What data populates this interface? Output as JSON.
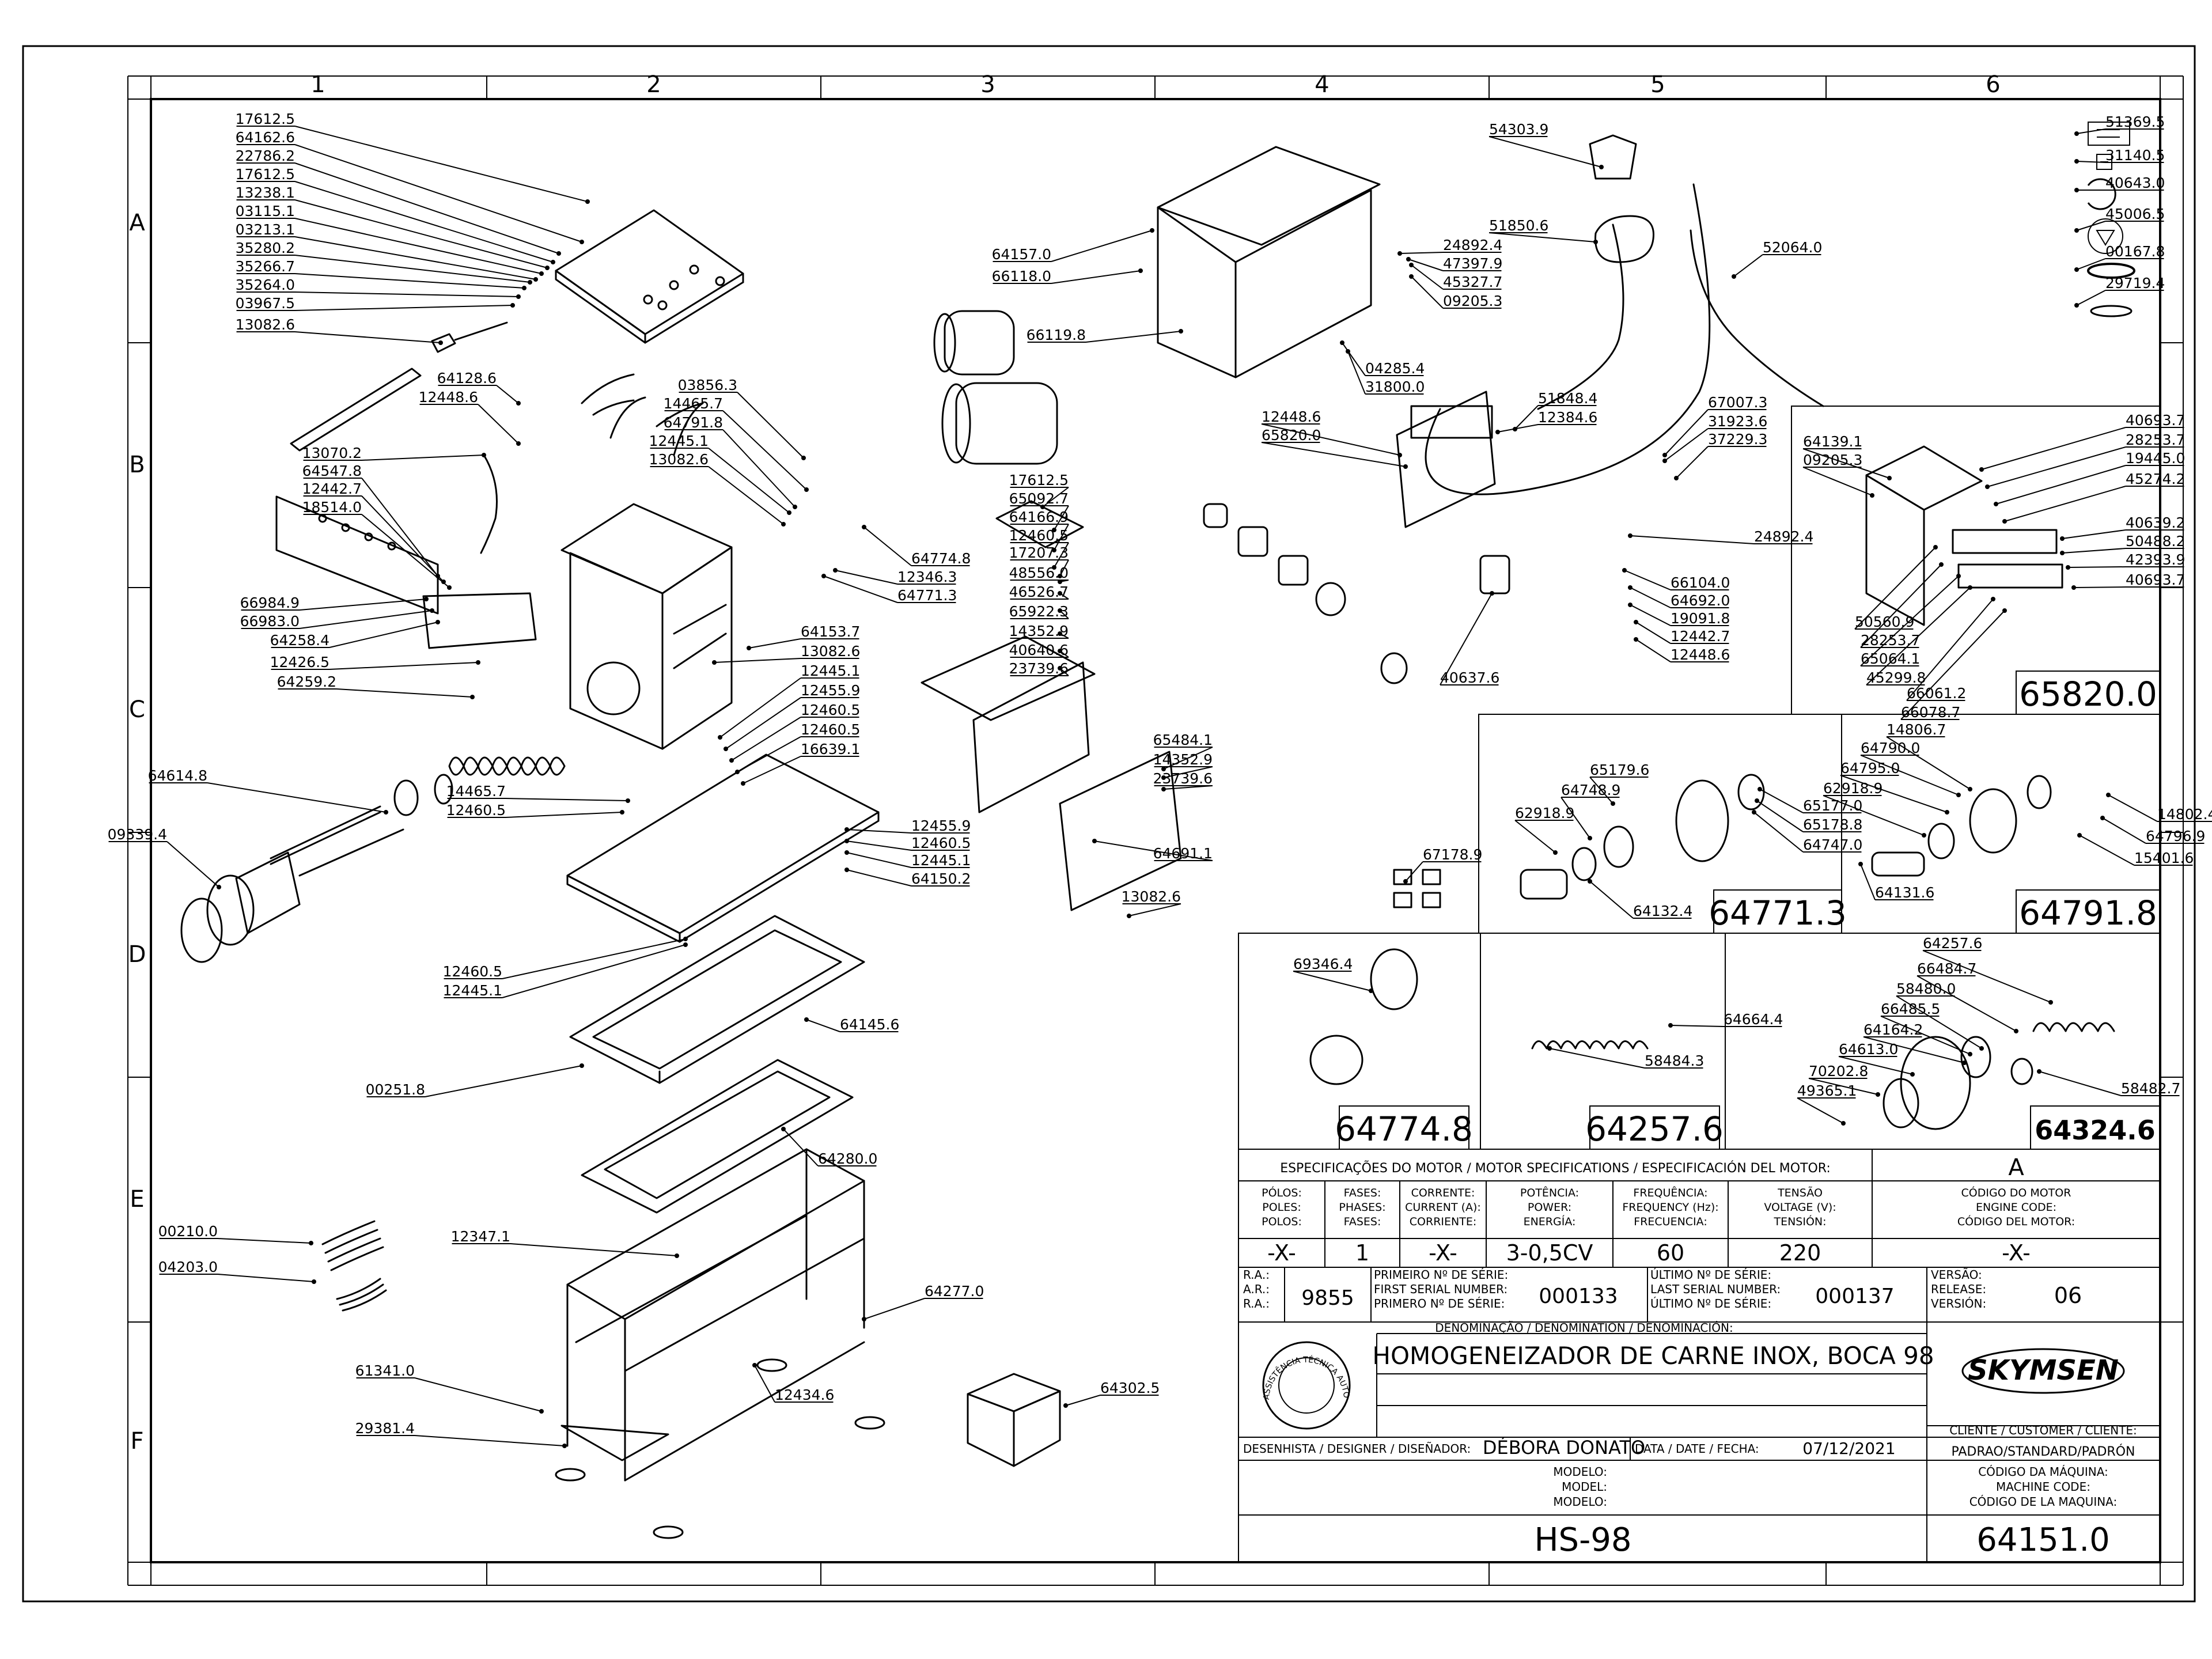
{
  "sheet": {
    "columns": [
      "1",
      "2",
      "3",
      "4",
      "5",
      "6"
    ],
    "rows": [
      "A",
      "B",
      "C",
      "D",
      "E",
      "F"
    ]
  },
  "parts": [
    "17612.5",
    "64162.6",
    "22786.2",
    "17612.5",
    "13238.1",
    "03115.1",
    "03213.1",
    "35280.2",
    "35266.7",
    "35264.0",
    "03967.5",
    "13082.6",
    "64128.6",
    "12448.6",
    "13070.2",
    "64547.8",
    "12442.7",
    "18514.0",
    "03856.3",
    "14465.7",
    "64791.8",
    "12445.1",
    "13082.6",
    "66984.9",
    "66983.0",
    "64258.4",
    "12426.5",
    "64259.2",
    "64774.8",
    "12346.3",
    "64771.3",
    "64153.7",
    "13082.6",
    "12445.1",
    "12455.9",
    "12460.5",
    "12460.5",
    "16639.1",
    "64614.8",
    "09339.4",
    "14465.7",
    "12460.5",
    "12455.9",
    "12460.5",
    "12445.1",
    "64150.2",
    "12460.5",
    "12445.1",
    "64145.6",
    "00251.8",
    "64280.0",
    "00210.0",
    "04203.0",
    "12347.1",
    "64277.0",
    "61341.0",
    "29381.4",
    "12434.6",
    "64302.5",
    "64157.0",
    "66118.0",
    "66119.8",
    "17612.5",
    "65092.7",
    "64166.9",
    "12460.5",
    "17207.3",
    "48556.0",
    "46526.7",
    "65922.3",
    "14352.9",
    "40640.6",
    "23739.6",
    "65484.1",
    "14352.9",
    "23739.6",
    "64691.1",
    "13082.6",
    "67178.9",
    "54303.9",
    "51850.6",
    "24892.4",
    "47397.9",
    "45327.7",
    "09205.3",
    "04285.4",
    "31800.0",
    "52064.0",
    "12448.6",
    "65820.0",
    "51848.4",
    "12384.6",
    "67007.3",
    "31923.6",
    "37229.3",
    "24892.4",
    "66104.0",
    "64692.0",
    "19091.8",
    "12442.7",
    "12448.6",
    "40637.6",
    "51369.5",
    "31140.5",
    "40643.0",
    "45006.5",
    "00167.8",
    "29719.4",
    "64139.1",
    "09205.3",
    "40693.7",
    "28253.7",
    "19445.0",
    "45274.2",
    "40639.2",
    "50488.2",
    "42393.9",
    "40693.7",
    "50560.9",
    "28253.7",
    "65064.1",
    "45299.8",
    "66061.2",
    "66078.7",
    "65179.6",
    "64748.9",
    "62918.9",
    "64132.4",
    "65177.0",
    "65178.8",
    "64747.0",
    "14806.7",
    "64790.0",
    "64795.0",
    "62918.9",
    "64131.6",
    "14802.4",
    "64796.9",
    "15401.6",
    "69346.4",
    "64664.4",
    "58484.3",
    "64257.6",
    "66484.7",
    "58480.0",
    "66485.5",
    "64164.2",
    "64613.0",
    "70202.8",
    "49365.1",
    "58482.7"
  ],
  "detail_titles": [
    "65820.0",
    "64771.3",
    "64791.8",
    "64774.8",
    "64257.6",
    "64324.6"
  ],
  "title_block": {
    "motor_header": "ESPECIFICAÇÕES DO MOTOR / MOTOR SPECIFICATIONS / ESPECIFICACIÓN DEL MOTOR:",
    "motor_cols": [
      [
        "PÓLOS:",
        "POLES:",
        "POLOS:"
      ],
      [
        "FASES:",
        "PHASES:",
        "FASES:"
      ],
      [
        "CORRENTE:",
        "CURRENT (A):",
        "CORRIENTE:"
      ],
      [
        "POTÊNCIA:",
        "POWER:",
        "ENERGÍA:"
      ],
      [
        "FREQUÊNCIA:",
        "FREQUENCY (Hz):",
        "FRECUENCIA:"
      ],
      [
        "TENSÃO",
        "VOLTAGE (V):",
        "TENSIÓN:"
      ],
      [
        "CÓDIGO DO MOTOR",
        "ENGINE CODE:",
        "CÓDIGO DEL MOTOR:"
      ]
    ],
    "motor_values": [
      "-X-",
      "1",
      "-X-",
      "3-0,5CV",
      "60",
      "220",
      "-X-"
    ],
    "engine_letter": "A",
    "ra_labels": [
      "R.A.:",
      "A.R.:",
      "R.A.:"
    ],
    "ra_value": "9855",
    "first_serial_labels": [
      "PRIMEIRO Nº DE SÉRIE:",
      "FIRST SERIAL NUMBER:",
      "PRIMERO Nº DE SÉRIE:"
    ],
    "first_serial": "000133",
    "last_serial_labels": [
      "ÚLTIMO Nº DE SÉRIE:",
      "LAST SERIAL NUMBER:",
      "ÚLTIMO Nº DE SÉRIE:"
    ],
    "last_serial": "000137",
    "version_labels": [
      "VERSÃO:",
      "RELEASE:",
      "VERSIÓN:"
    ],
    "version": "06",
    "denomination_label": "DENOMINAÇÃO / DENOMINATION / DENOMINACIÓN:",
    "denomination": "HOMOGENEIZADOR DE CARNE INOX, BOCA 98",
    "brand": "SKYMSEN",
    "stamp_text": "ASSISTÊNCIA TÉCNICA AUTORIZADA",
    "client_label": "CLIENTE / CUSTOMER / CLIENTE:",
    "client": "PADRAO/STANDARD/PADRÓN",
    "designer_label": "DESENHISTA / DESIGNER / DISEÑADOR:",
    "designer": "DÉBORA DONATO",
    "date_label": "DATA / DATE / FECHA:",
    "date": "07/12/2021",
    "machine_code_labels": [
      "CÓDIGO DA MÁQUINA:",
      "MACHINE CODE:",
      "CÓDIGO DE LA MAQUINA:"
    ],
    "model_labels": [
      "MODELO:",
      "MODEL:",
      "MODELO:"
    ],
    "model": "HS-98",
    "machine_code": "64151.0"
  },
  "icon_list": [
    "label-plate-icon",
    "switch-icon",
    "rotation-arrow-icon",
    "ground-symbol-icon",
    "skymsen-logo-icon",
    "skymsen-logo-small-icon"
  ]
}
